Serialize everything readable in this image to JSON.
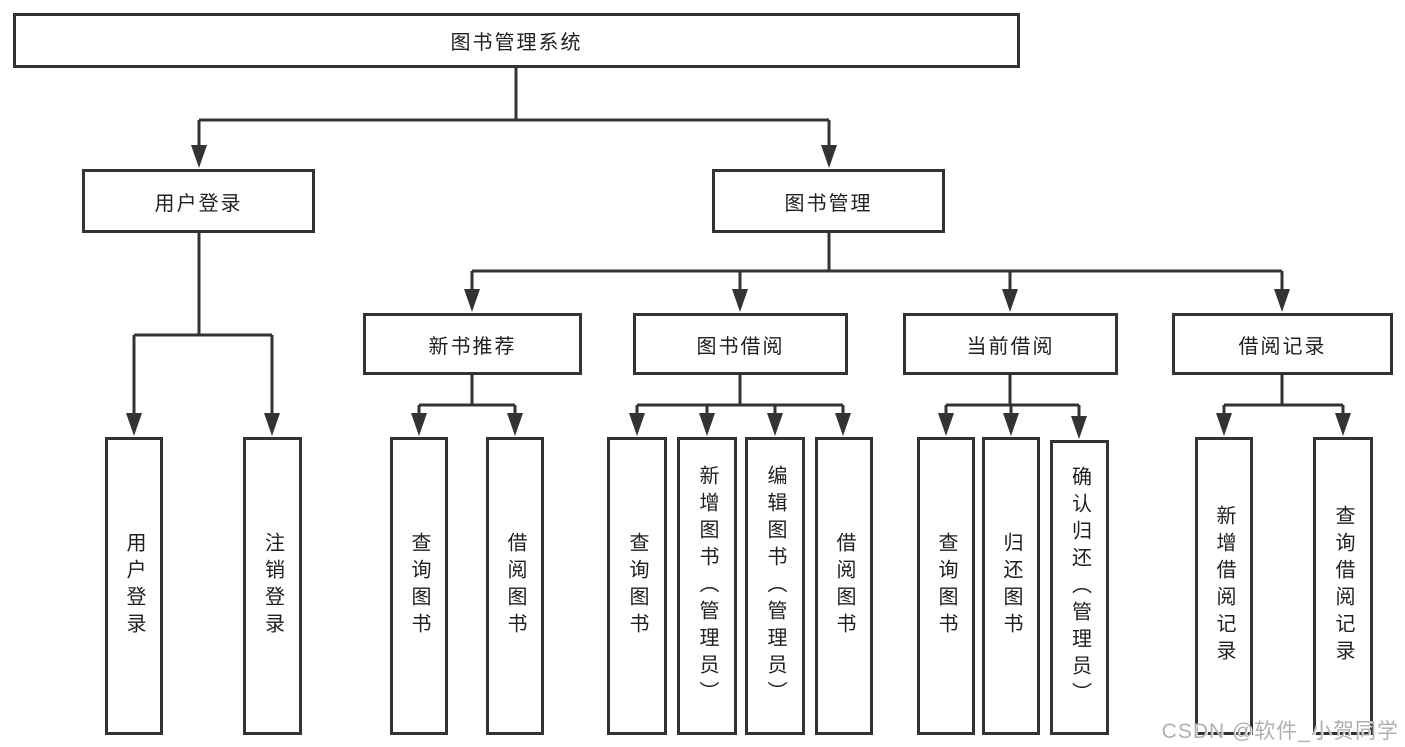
{
  "diagram": {
    "root": {
      "label": "图书管理系统"
    },
    "branches": [
      {
        "label": "用户登录",
        "children": [
          {
            "label": "用户登录"
          },
          {
            "label": "注销登录"
          }
        ]
      },
      {
        "label": "图书管理",
        "children": [
          {
            "label": "新书推荐",
            "children": [
              {
                "label": "查询图书"
              },
              {
                "label": "借阅图书"
              }
            ]
          },
          {
            "label": "图书借阅",
            "children": [
              {
                "label": "查询图书"
              },
              {
                "label": "新增图书（管理员）"
              },
              {
                "label": "编辑图书（管理员）"
              },
              {
                "label": "借阅图书"
              }
            ]
          },
          {
            "label": "当前借阅",
            "children": [
              {
                "label": "查询图书"
              },
              {
                "label": "归还图书"
              },
              {
                "label": "确认归还（管理员）"
              }
            ]
          },
          {
            "label": "借阅记录",
            "children": [
              {
                "label": "新增借阅记录"
              },
              {
                "label": "查询借阅记录"
              }
            ]
          }
        ]
      }
    ],
    "watermark": "CSDN @软件_小贺同学",
    "colors": {
      "line": "#333333",
      "box_border": "#333333",
      "text": "#1f1f1f",
      "watermark": "#b0b0b0",
      "background": "#ffffff"
    }
  }
}
